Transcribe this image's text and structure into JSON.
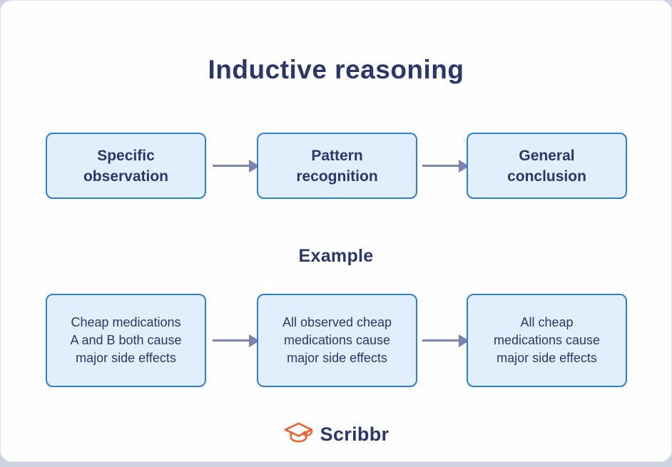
{
  "title": "Inductive reasoning",
  "example_heading": "Example",
  "flow": {
    "steps": [
      {
        "name": "specific-observation",
        "lines": [
          "Specific",
          "observation"
        ]
      },
      {
        "name": "pattern-recognition",
        "lines": [
          "Pattern",
          "recognition"
        ]
      },
      {
        "name": "general-conclusion",
        "lines": [
          "General",
          "conclusion"
        ]
      }
    ]
  },
  "example_flow": {
    "steps": [
      {
        "name": "example-observation",
        "lines": [
          "Cheap medications",
          "A and B both cause",
          "major side effects"
        ]
      },
      {
        "name": "example-pattern",
        "lines": [
          "All observed cheap",
          "medications cause",
          "major side effects"
        ]
      },
      {
        "name": "example-conclusion",
        "lines": [
          "All cheap",
          "medications cause",
          "major side effects"
        ]
      }
    ]
  },
  "logo": {
    "brand": "Scribbr",
    "icon": "graduation-cap-icon"
  },
  "colors": {
    "navy": "#2b3768",
    "box_fill": "#e1eefb",
    "box_border": "#2e7fd0",
    "arrow": "#7b84ad",
    "orange": "#e8602c",
    "card_bg": "#fefeff",
    "outer_frame": "#ccd2e0"
  }
}
